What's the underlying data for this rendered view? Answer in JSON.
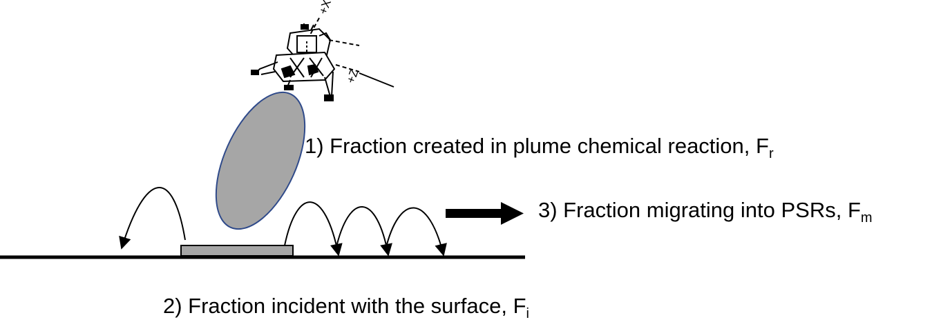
{
  "labels": {
    "reaction": {
      "text": "1) Fraction created in plume chemical reaction, F",
      "sub": "r"
    },
    "incident": {
      "text": "2) Fraction incident with the surface, F",
      "sub": "i"
    },
    "migrating": {
      "text": "3) Fraction migrating into PSRs, F",
      "sub": "m"
    }
  },
  "lander_axes": {
    "x_axis": "+X",
    "z_axis": "+Z"
  },
  "colors": {
    "plume_fill": "#a6a6a6",
    "plume_stroke": "#2f4a8a",
    "pad_fill": "#a6a6a6",
    "line": "#000000"
  }
}
